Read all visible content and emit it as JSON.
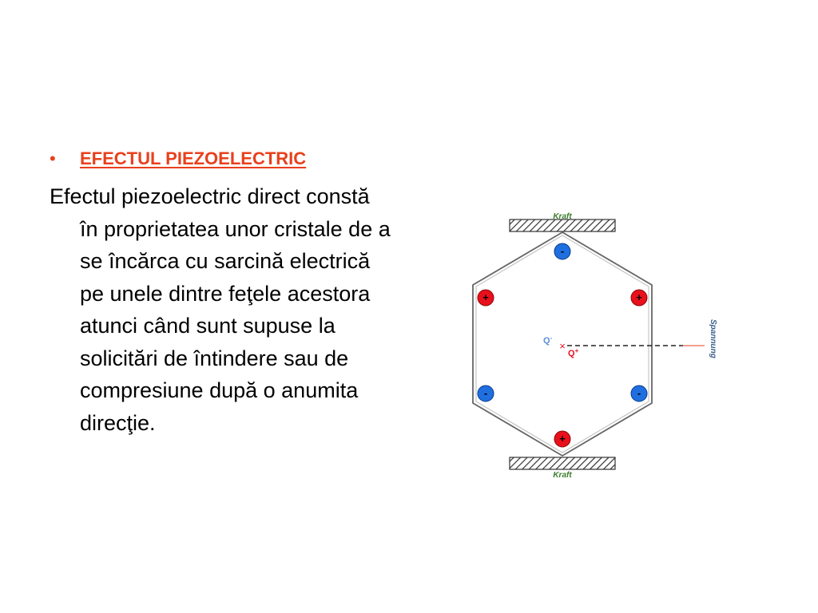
{
  "slide": {
    "bullet_symbol": "•",
    "heading": "EFECTUL PIEZOELECTRIC",
    "paragraph": "Efectul piezoelectric direct constă în proprietatea unor cristale de a se încărca cu sarcină electrică pe unele dintre feţele acestora atunci când sunt supuse la solicitări de întindere sau de compresiune după o anumita direcţie."
  },
  "diagram": {
    "force_label_top": "Kraft",
    "force_label_bottom": "Kraft",
    "voltage_label": "Spannung",
    "charge_q_minus": "Q",
    "charge_q_minus_sup": "-",
    "charge_q_plus": "Q",
    "charge_q_plus_sup": "+",
    "center_mark": "×",
    "sign_plus": "+",
    "sign_minus": "-",
    "colors": {
      "positive": "#e8101c",
      "negative": "#1f6fe0",
      "force_label": "#3a7d2c",
      "voltage_label": "#3a5f8a",
      "hexagon": "#666666",
      "accent": "#e8401c"
    }
  }
}
